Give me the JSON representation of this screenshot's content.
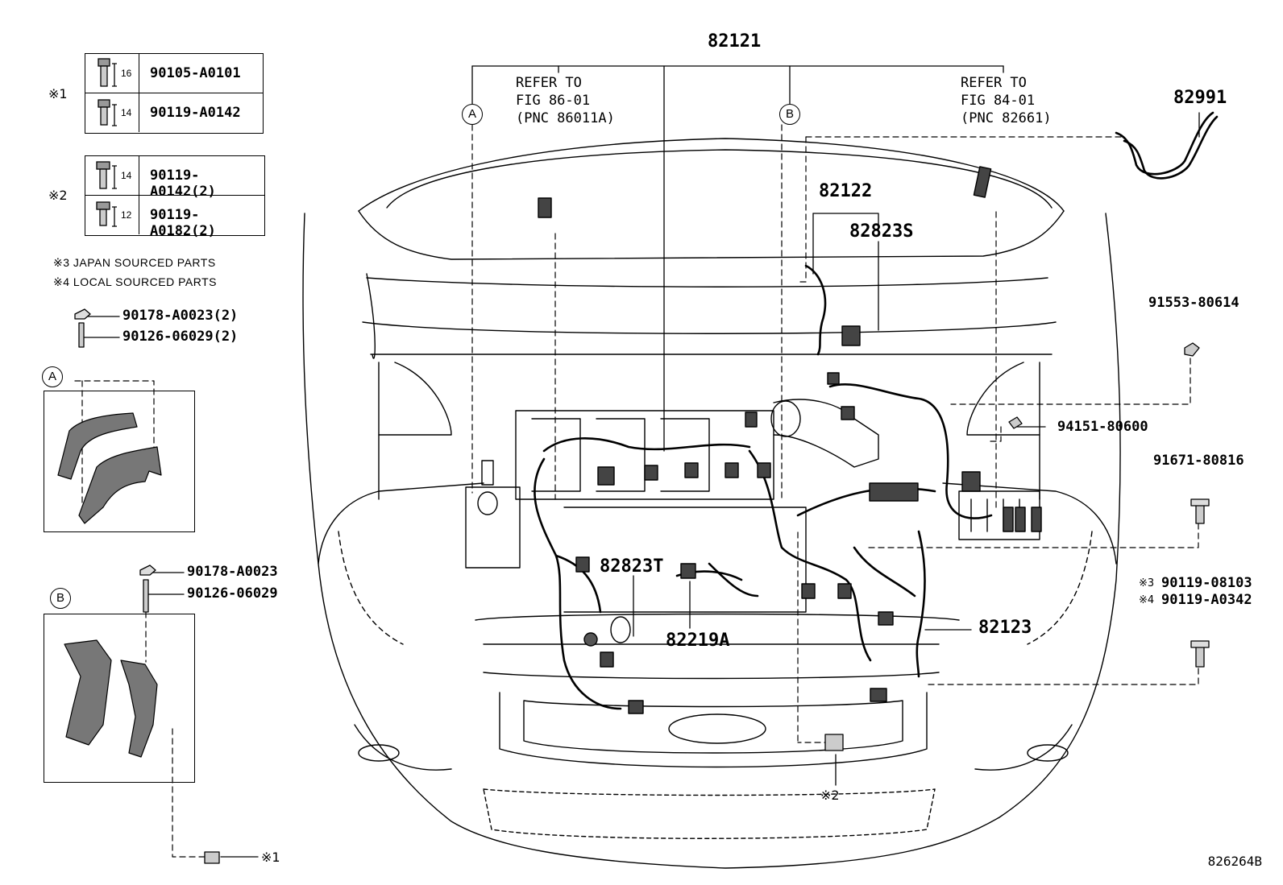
{
  "diagram_id": "826264B",
  "legend": {
    "group1_mark": "※1",
    "group1": [
      {
        "length": "16",
        "part": "90105-A0101"
      },
      {
        "length": "14",
        "part": "90119-A0142"
      }
    ],
    "group2_mark": "※2",
    "group2": [
      {
        "length": "14",
        "part": "90119-A0142(2)"
      },
      {
        "length": "12",
        "part": "90119-A0182(2)"
      }
    ],
    "note3": "※3  JAPAN SOURCED PARTS",
    "note4": "※4  LOCAL SOURCED PARTS"
  },
  "detail_a": {
    "circle": "A",
    "nut": "90178-A0023(2)",
    "stud": "90126-06029(2)"
  },
  "detail_b": {
    "circle": "B",
    "nut": "90178-A0023",
    "stud": "90126-06029"
  },
  "bottom_bolt_mark": "※1",
  "callouts": {
    "main_harness": "82121",
    "circle_a": "A",
    "circle_b": "B",
    "refer_left": "REFER TO\nFIG 86-01\n(PNC 86011A)",
    "refer_right": "REFER TO\nFIG 84-01\n(PNC 82661)",
    "harness_82991": "82991",
    "harness_82122": "82122",
    "wire_82823s": "82823S",
    "bolt_91553": "91553-80614",
    "nut_94151": "94151-80600",
    "bolt_91671": "91671-80816",
    "bolt_j_mark": "※3",
    "bolt_j": "90119-08103",
    "bolt_l_mark": "※4",
    "bolt_l": "90119-A0342",
    "wire_82823t": "82823T",
    "wire_82219a": "82219A",
    "harness_82123": "82123",
    "mark_x2": "※2"
  }
}
